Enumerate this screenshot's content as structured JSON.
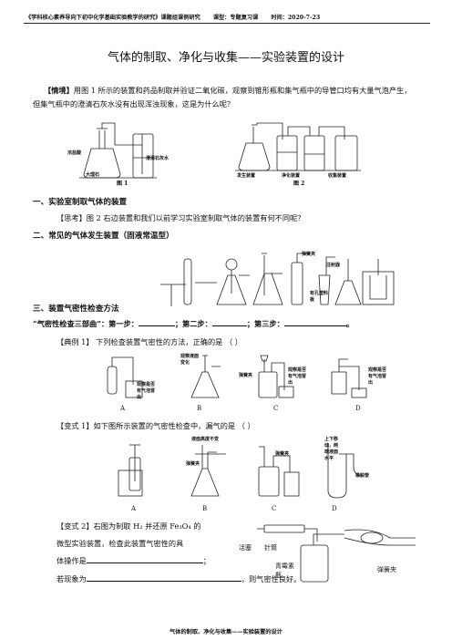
{
  "header": {
    "project": "《学科核心素养导向下初中化学基础实验教学的研究》课题组课例研究",
    "type": "课型：专题复习课",
    "date": "时间：2020-7-23"
  },
  "title": "气体的制取、净化与收集——实验装置的设计",
  "situation": {
    "label": "【情境】",
    "text": "用图 1 所示的装置和药品制取并验证二氧化碳，观察到锥形瓶和集气瓶中的导管口均有大量气泡产生，但集气瓶中的澄清石灰水没有出现浑浊现象，这是为什么呢？"
  },
  "figures": {
    "fig1_caption": "图 1",
    "fig1_labels": [
      "浓盐酸",
      "大理石",
      "澄清石灰水"
    ],
    "fig2_caption": "图 2",
    "fig2_labels": [
      "发生装置",
      "净化装置",
      "收集装置"
    ]
  },
  "section1": {
    "heading": "一、实验室制取气体的装置",
    "think": "【思考】图 2 右边装置和我们以前学习实验室制取气体的装置有何不同呢？"
  },
  "section2": {
    "heading": "二、常见的气体发生装置（固液常温型）",
    "labels": [
      "弹簧夹",
      "注射器",
      "有孔塑料板"
    ]
  },
  "section3": {
    "heading": "三、装置气密性检查方法",
    "three_steps": "“气密性检查三部曲”：第一步：",
    "step2": "；第二步：",
    "step3": "；第三步：",
    "end": "。"
  },
  "example1": {
    "text": "【典例 1】  下列检查装置气密性的方法，正确的是 （        ）",
    "options": [
      "A",
      "B",
      "C",
      "D"
    ],
    "labels": [
      "观察液面变化",
      "弹簧夹",
      "观察是否有气泡冒出",
      "观察是否有气泡冒出",
      "观察是否有气泡冒出"
    ]
  },
  "variant1": {
    "text": "【变式 1】如下图所示装置的气密性检查中，漏气的是 （        ）",
    "options": [
      "A",
      "B",
      "C",
      "D"
    ],
    "labels": [
      "液面高度不变",
      "弹簧夹",
      "弹簧夹",
      "上下移动，两端液面水平",
      "橡胶管"
    ]
  },
  "variant2": {
    "line1": "【变式 2】右图为制取 H₂ 并还原 Fe₃O₄ 的",
    "line2": "微型实验装置，检查此装置气密性的具",
    "line3": "体操作是",
    "line3_end": "；",
    "line4": "若现象为",
    "line4_end": "，则气密性良好。",
    "labels": [
      "活塞",
      "针筒",
      "青霉素瓶",
      "弹簧夹"
    ]
  },
  "footer": "气体的制取、净化与收集——实验装置的设计"
}
